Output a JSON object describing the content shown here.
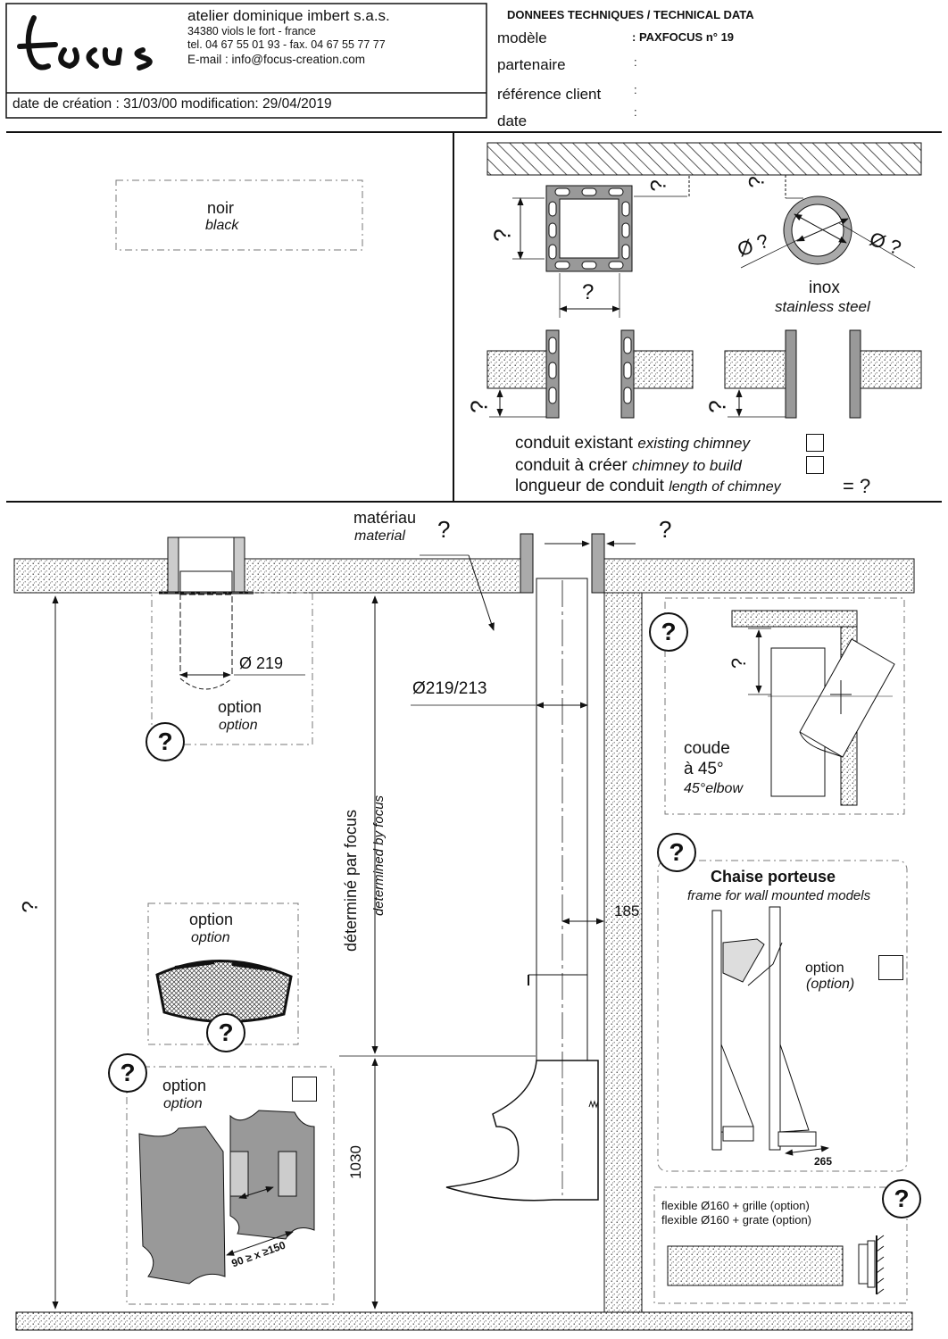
{
  "header": {
    "logo_text": "focus",
    "company": "atelier dominique imbert s.a.s.",
    "address": "34380 viols le fort  -   france",
    "phones": "tel. 04 67 55 01 93  -   fax. 04 67 55 77 77",
    "email": "E-mail : info@focus-creation.com",
    "dates": "date de création : 31/03/00  modification: 29/04/2019"
  },
  "tech": {
    "title": "DONNEES TECHNIQUES / TECHNICAL DATA",
    "rows": [
      {
        "label": "modèle",
        "value": ": PAXFOCUS  n° 19"
      },
      {
        "label": "partenaire",
        "value": ":"
      },
      {
        "label": "référence client",
        "value": ":"
      },
      {
        "label": "date",
        "value": ":"
      }
    ]
  },
  "finish": {
    "fr": "noir",
    "en": "black"
  },
  "chimney": {
    "q": "?",
    "inox_fr": "inox",
    "inox_en": "stainless steel",
    "dia_left": "Ø ?",
    "dia_right": "Ø ?",
    "existing_fr": "conduit existant",
    "existing_en": "existing chimney",
    "tobuild_fr": "conduit à créer",
    "tobuild_en": "chimney to build",
    "length_fr": "longueur de conduit",
    "length_en": "length of chimney",
    "length_value": "= ?"
  },
  "main": {
    "q": "?",
    "material_fr": "matériau",
    "material_en": "material",
    "dia_219": "Ø 219",
    "dia_219_213": "Ø219/213",
    "option_fr": "option",
    "option_en": "option",
    "determined_fr": "déterminé par focus",
    "determined_en": "determined by focus",
    "dim_185": "185",
    "dim_1030": "1030",
    "hinge_range": "90 ≥ x ≥150"
  },
  "elbow": {
    "fr1": "coude",
    "fr2": "à 45°",
    "en": "45°elbow"
  },
  "frame": {
    "title": "Chaise porteuse",
    "subtitle": "frame for wall mounted models",
    "option_fr": "option",
    "option_en": "(option)",
    "dim": "265"
  },
  "flex": {
    "line1": "flexible Ø160 + grille (option)",
    "line2": "flexible Ø160 + grate (option)"
  }
}
